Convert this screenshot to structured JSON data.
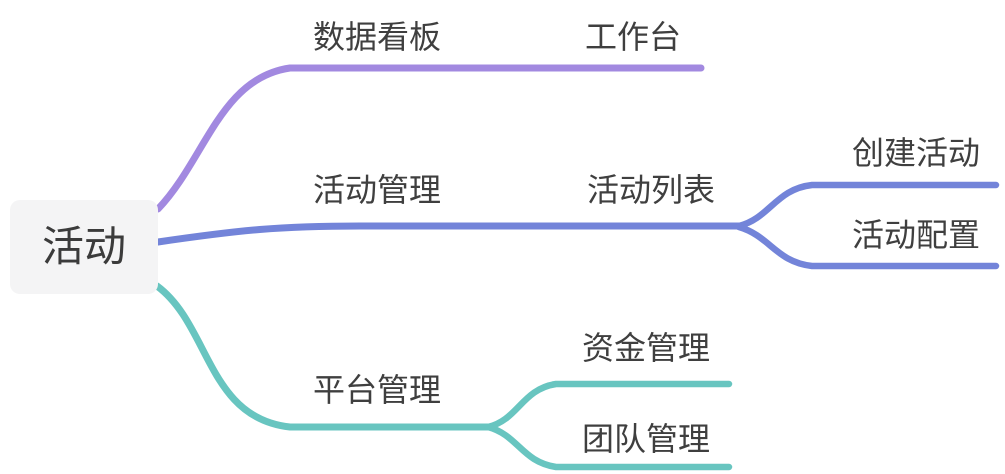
{
  "tree": {
    "label": "活动",
    "children": [
      {
        "label": "数据看板",
        "children": [
          {
            "label": "工作台",
            "children": []
          }
        ]
      },
      {
        "label": "活动管理",
        "children": [
          {
            "label": "活动列表",
            "children": [
              {
                "label": "创建活动",
                "children": []
              },
              {
                "label": "活动配置",
                "children": []
              }
            ]
          }
        ]
      },
      {
        "label": "平台管理",
        "children": [
          {
            "label": "资金管理",
            "children": []
          },
          {
            "label": "团队管理",
            "children": []
          }
        ]
      }
    ]
  },
  "colors": {
    "branch_dashboard": "#a289e0",
    "branch_activity": "#7384d9",
    "branch_platform": "#68c5c0",
    "root_bg": "#f4f4f5",
    "text": "#3f3f3f"
  }
}
